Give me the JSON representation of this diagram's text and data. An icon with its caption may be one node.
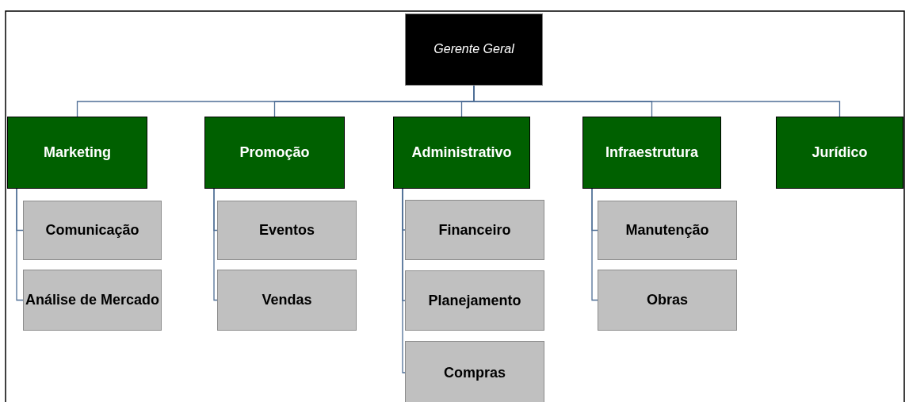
{
  "diagram": {
    "nodes": [
      {
        "text": [
          "Gerente Geral"
        ]
      },
      {
        "text": [
          "Marketing"
        ]
      },
      {
        "text": [
          "Comunicação"
        ]
      },
      {
        "text": [
          "Análise de Mercado"
        ]
      },
      {
        "text": [
          "Promoção"
        ]
      },
      {
        "text": [
          "Eventos"
        ]
      },
      {
        "text": [
          "Vendas"
        ]
      },
      {
        "text": [
          "Administrativo"
        ]
      },
      {
        "text": [
          "Financeiro"
        ]
      },
      {
        "text": [
          "Planejamento"
        ]
      },
      {
        "text": [
          "Compras"
        ]
      },
      {
        "text": [
          "Infraestrutura"
        ]
      },
      {
        "text": [
          "Manutenção"
        ]
      },
      {
        "text": [
          "Obras"
        ]
      },
      {
        "text": [
          "Jurídico"
        ]
      }
    ],
    "edges": [
      {
        "from": 0,
        "to": 1,
        "arrow": "none"
      },
      {
        "from": 0,
        "to": 4,
        "arrow": "none"
      },
      {
        "from": 0,
        "to": 7,
        "arrow": "none"
      },
      {
        "from": 0,
        "to": 11,
        "arrow": "none"
      },
      {
        "from": 0,
        "to": 14,
        "arrow": "none"
      },
      {
        "from": 1,
        "to": 2,
        "arrow": "none"
      },
      {
        "from": 1,
        "to": 3,
        "arrow": "none"
      },
      {
        "from": 4,
        "to": 5,
        "arrow": "none"
      },
      {
        "from": 4,
        "to": 6,
        "arrow": "none"
      },
      {
        "from": 7,
        "to": 8,
        "arrow": "none"
      },
      {
        "from": 7,
        "to": 9,
        "arrow": "none"
      },
      {
        "from": 7,
        "to": 10,
        "arrow": "none"
      },
      {
        "from": 11,
        "to": 12,
        "arrow": "none"
      },
      {
        "from": 11,
        "to": 13,
        "arrow": "none"
      }
    ]
  }
}
